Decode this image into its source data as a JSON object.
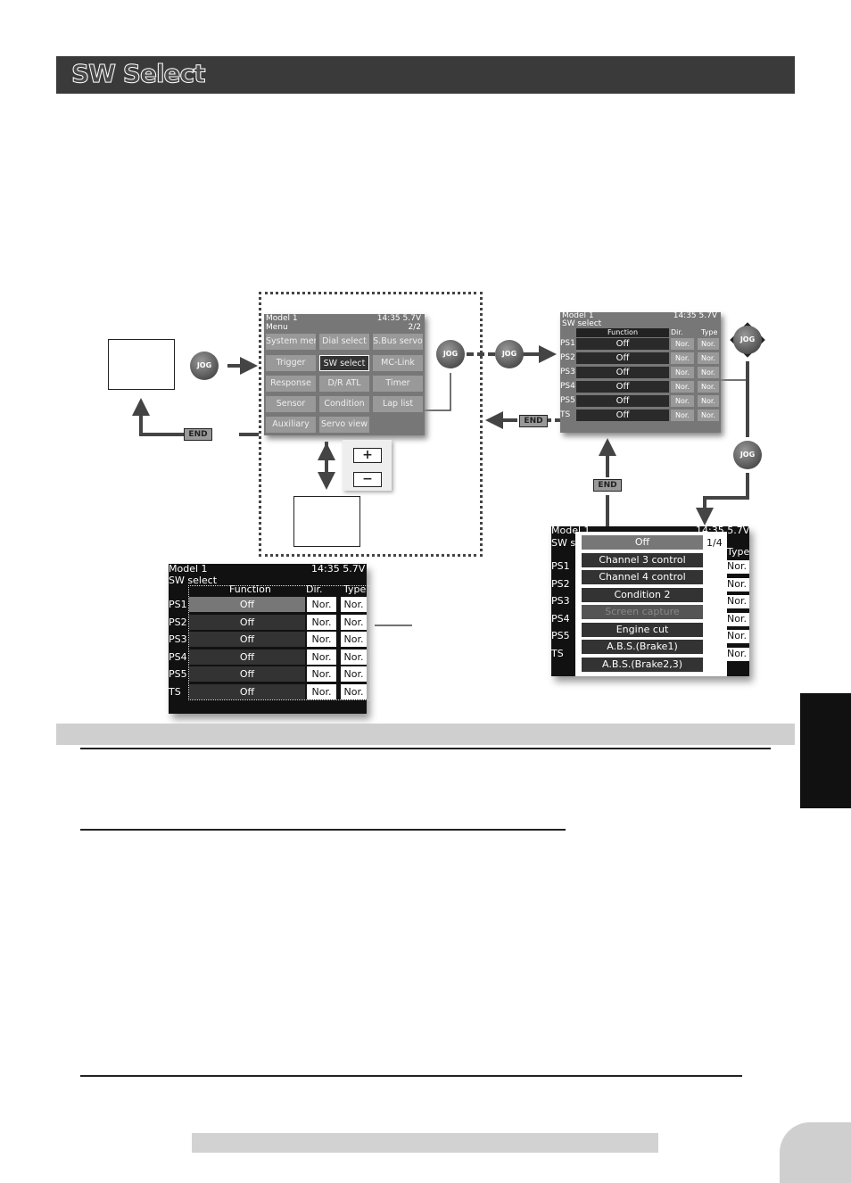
{
  "title": "SW Select",
  "menu_screen": {
    "header_left": "Model 1",
    "header_time": "14:35 5.7V",
    "menu_label": "Menu",
    "page": "2/2",
    "cells": [
      "System menu",
      "Dial select",
      "S.Bus servo",
      "Trigger",
      "SW select",
      "MC-Link",
      "Response",
      "D/R ATL",
      "Timer",
      "Sensor",
      "Condition",
      "Lap list",
      "Auxiliary",
      "Servo view"
    ]
  },
  "sw_small": {
    "header_left": "Model 1",
    "header_time": "14:35 5.7V",
    "screen_name": "SW select",
    "col_function": "Function",
    "col_dir": "Dir.",
    "col_type": "Type",
    "rows": [
      {
        "ch": "PS1",
        "fn": "Off",
        "dir": "Nor.",
        "type": "Nor."
      },
      {
        "ch": "PS2",
        "fn": "Off",
        "dir": "Nor.",
        "type": "Nor."
      },
      {
        "ch": "PS3",
        "fn": "Off",
        "dir": "Nor.",
        "type": "Nor."
      },
      {
        "ch": "PS4",
        "fn": "Off",
        "dir": "Nor.",
        "type": "Nor."
      },
      {
        "ch": "PS5",
        "fn": "Off",
        "dir": "Nor.",
        "type": "Nor."
      },
      {
        "ch": "TS",
        "fn": "Off",
        "dir": "Nor.",
        "type": "Nor."
      }
    ]
  },
  "sw_big": {
    "header_left": "Model 1",
    "header_time": "14:35 5.7V",
    "screen_name": "SW select",
    "col_function": "Function",
    "col_dir": "Dir.",
    "col_type": "Type",
    "rows": [
      {
        "ch": "PS1",
        "fn": "Off",
        "dir": "Nor.",
        "type": "Nor."
      },
      {
        "ch": "PS2",
        "fn": "Off",
        "dir": "Nor.",
        "type": "Nor."
      },
      {
        "ch": "PS3",
        "fn": "Off",
        "dir": "Nor.",
        "type": "Nor."
      },
      {
        "ch": "PS4",
        "fn": "Off",
        "dir": "Nor.",
        "type": "Nor."
      },
      {
        "ch": "PS5",
        "fn": "Off",
        "dir": "Nor.",
        "type": "Nor."
      },
      {
        "ch": "TS",
        "fn": "Off",
        "dir": "Nor.",
        "type": "Nor."
      }
    ]
  },
  "popup": {
    "header_left": "Model 1",
    "header_time": "14:35 5.7V",
    "screen_name": "SW s",
    "col_type": "Type",
    "page": "1/4",
    "items": [
      "Off",
      "Channel 3 control",
      "Channel 4 control",
      "Condition 2",
      "Screen capture",
      "Engine cut",
      "A.B.S.(Brake1)",
      "A.B.S.(Brake2,3)"
    ],
    "channels": [
      "PS1",
      "PS2",
      "PS3",
      "PS4",
      "PS5",
      "TS"
    ],
    "type_value": "Nor."
  },
  "buttons": {
    "jog": "JOG",
    "end": "END",
    "plus": "+",
    "minus": "−"
  }
}
